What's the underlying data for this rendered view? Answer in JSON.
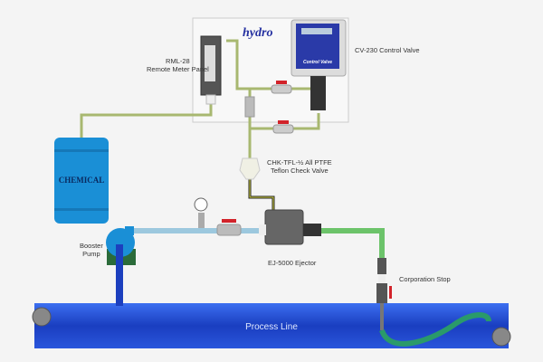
{
  "logo_text": "hydro",
  "labels": {
    "rml_line1": "RML-28",
    "rml_line2": "Remote Meter Panel",
    "cv": "CV-230 Control Valve",
    "control_valve_face": "Control Valve",
    "chk_line1": "CHK-TFL-½ All PTFE",
    "chk_line2": "Teflon Check Valve",
    "chemical": "CHEMICAL",
    "booster_line1": "Booster",
    "booster_line2": "Pump",
    "ejector": "EJ-5000 Ejector",
    "corp_stop": "Corporation Stop",
    "process_line": "Process Line"
  },
  "colors": {
    "tank": "#1a8fd6",
    "process_line": "#1f4fd0",
    "chemical_tubing": "#a8b870",
    "water_pipe": "#9cc8de",
    "discharge_pipe": "#6cc36a",
    "valve_handle": "#d2232a"
  }
}
